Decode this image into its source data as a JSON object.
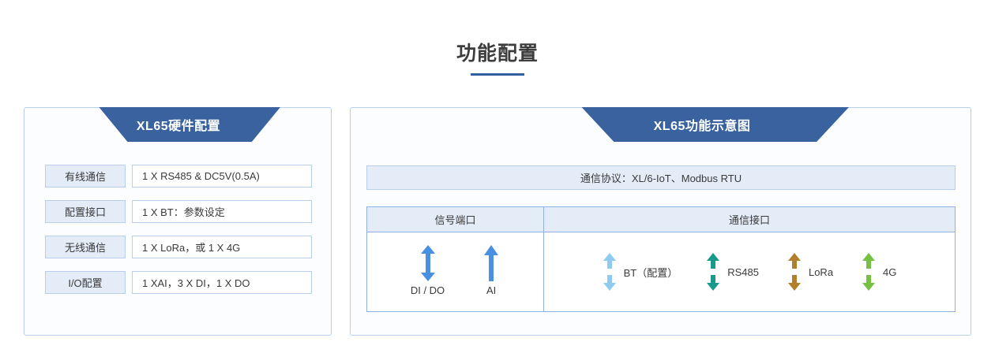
{
  "page": {
    "title": "功能配置",
    "accent_color": "#2f5f9e",
    "banner_color": "#39629f",
    "panel_border_color": "#b9cdec",
    "label_fill_color": "#e4ecf8"
  },
  "left_panel": {
    "banner_title": "XL65硬件配置",
    "rows": [
      {
        "label": "有线通信",
        "value": "1 X RS485 & DC5V(0.5A)"
      },
      {
        "label": "配置接口",
        "value": "1 X BT：参数设定"
      },
      {
        "label": "无线通信",
        "value": "1 X LoRa，或 1 X 4G"
      },
      {
        "label": "I/O配置",
        "value": "1 XAI，3 X DI，1 X DO"
      }
    ]
  },
  "right_panel": {
    "banner_title": "XL65功能示意图",
    "protocol_bar": "通信协议：XL/6-IoT、Modbus RTU",
    "table": {
      "headers": [
        "信号端口",
        "通信接口"
      ],
      "signal_ports": [
        {
          "label": "DI / DO",
          "icon": "double-arrow-icon",
          "direction": "bidirectional",
          "color": "#4a90e2"
        },
        {
          "label": "AI",
          "icon": "up-arrow-icon",
          "direction": "up",
          "color": "#4a90e2"
        }
      ],
      "comm_ports": [
        {
          "label": "BT（配置）",
          "icon": "double-arrow-icon",
          "direction": "bidirectional",
          "color": "#8ecbf0"
        },
        {
          "label": "RS485",
          "icon": "double-arrow-icon",
          "direction": "bidirectional",
          "color": "#17998c"
        },
        {
          "label": "LoRa",
          "icon": "double-arrow-icon",
          "direction": "bidirectional",
          "color": "#b2802c"
        },
        {
          "label": "4G",
          "icon": "double-arrow-icon",
          "direction": "bidirectional",
          "color": "#76c043"
        }
      ]
    }
  }
}
